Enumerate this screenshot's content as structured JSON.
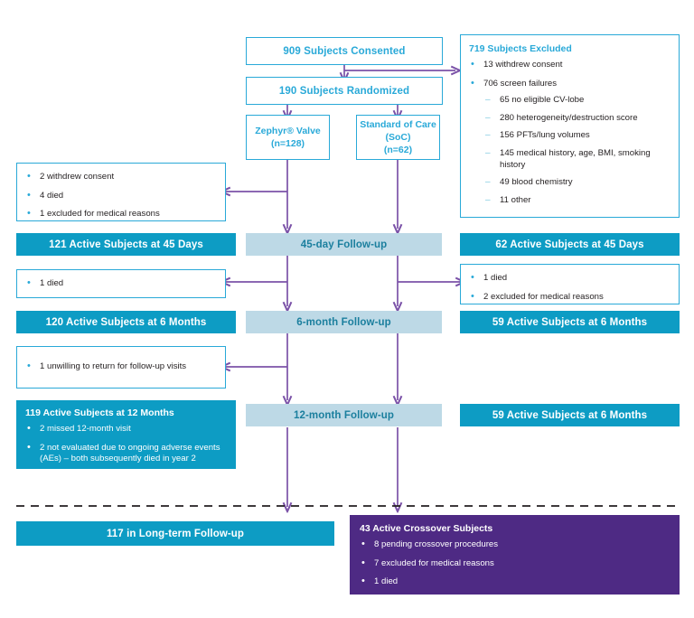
{
  "diagram": {
    "title_consented": "909 Subjects Consented",
    "title_randomized": "190 Subjects Randomized",
    "excluded": {
      "heading": "719 Subjects Excluded",
      "bullets": [
        "13 withdrew consent",
        "706 screen failures"
      ],
      "sub_bullets": [
        "65 no eligible CV-lobe",
        "280 heterogeneity/destruction score",
        "156 PFTs/lung volumes",
        "145 medical history, age, BMI, smoking history",
        "49 blood chemistry",
        "11 other"
      ]
    },
    "arm_zephyr": {
      "line1": "Zephyr® Valve",
      "line2": "(n=128)"
    },
    "arm_soc": {
      "line1": "Standard of Care",
      "line2": "(SoC)",
      "line3": "(n=62)"
    },
    "attrition_tx_45": [
      "2 withdrew consent",
      "4 died",
      "1 excluded for medical reasons"
    ],
    "row_45": {
      "left": "121 Active Subjects at 45 Days",
      "center": "45-day Follow-up",
      "right": "62 Active Subjects at 45 Days"
    },
    "attrition_tx_6mo": [
      "1 died"
    ],
    "attrition_soc_6mo": [
      "1 died",
      "2 excluded for medical reasons"
    ],
    "row_6mo": {
      "left": "120 Active Subjects at 6 Months",
      "center": "6-month Follow-up",
      "right": "59 Active Subjects at 6 Months"
    },
    "attrition_tx_12mo": [
      "1 unwilling to return for follow-up visits"
    ],
    "row_12mo": {
      "left_heading": "119 Active Subjects at 12 Months",
      "left_bullets": [
        "2 missed 12-month visit",
        "2 not evaluated due to ongoing adverse events (AEs) – both subsequently died in year 2"
      ],
      "center": "12-month Follow-up",
      "right": "59 Active Subjects at 6 Months"
    },
    "longterm": {
      "left": "117 in Long-term Follow-up",
      "crossover_heading": "43 Active Crossover Subjects",
      "crossover_bullets": [
        "8 pending crossover procedures",
        "7 excluded for medical reasons",
        "1 died"
      ]
    },
    "colors": {
      "teal": "#0d9cc4",
      "teal_border": "#29a9d8",
      "light_blue": "#bdd9e6",
      "purple": "#4e2a84",
      "arrow": "#7b52a8",
      "text_dark": "#231f20"
    }
  }
}
